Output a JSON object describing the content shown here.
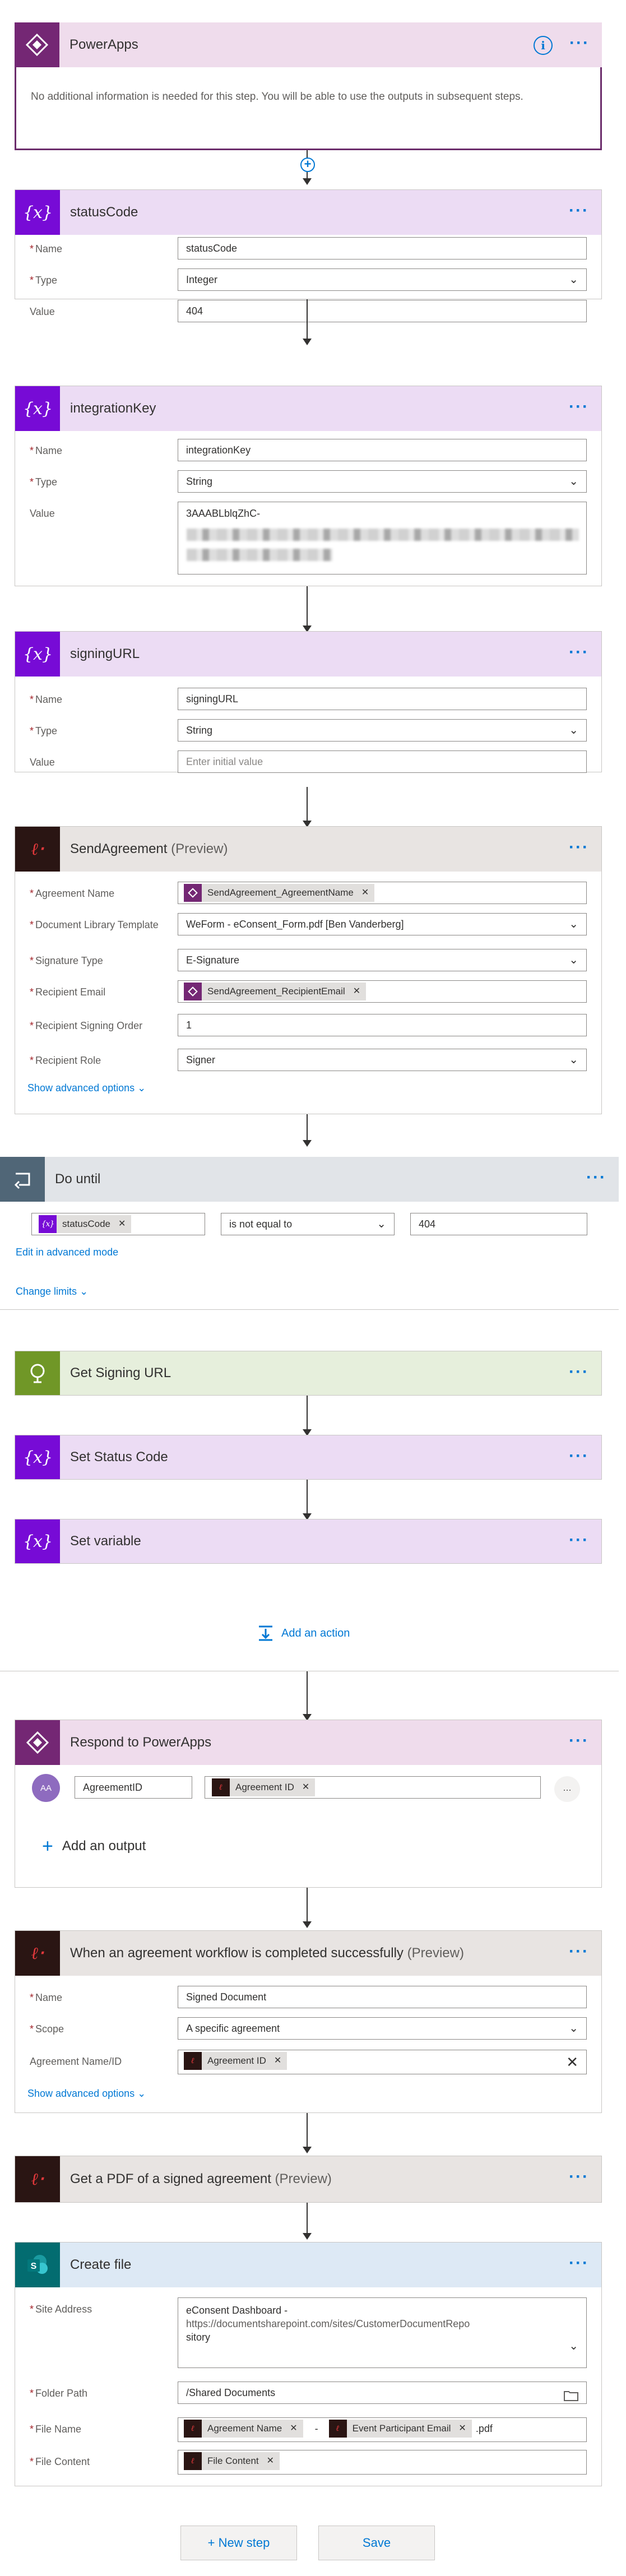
{
  "powerapps_trigger": {
    "title": "PowerApps",
    "message": "No additional information is needed for this step. You will be able to use the outputs in subsequent steps."
  },
  "statusCode": {
    "title": "statusCode",
    "name_label": "Name",
    "name_value": "statusCode",
    "type_label": "Type",
    "type_value": "Integer",
    "value_label": "Value",
    "value_value": "404"
  },
  "integrationKey": {
    "title": "integrationKey",
    "name_label": "Name",
    "name_value": "integrationKey",
    "type_label": "Type",
    "type_value": "String",
    "value_label": "Value",
    "value_value": "3AAABLblqZhC-"
  },
  "signingURL": {
    "title": "signingURL",
    "name_label": "Name",
    "name_value": "signingURL",
    "type_label": "Type",
    "type_value": "String",
    "value_label": "Value",
    "value_placeholder": "Enter initial value"
  },
  "sendAgreement": {
    "title": "SendAgreement",
    "title_suffix": "(Preview)",
    "agreement_name_label": "Agreement Name",
    "agreement_name_token": "SendAgreement_AgreementName",
    "doc_template_label": "Document Library Template",
    "doc_template_value": "WeForm - eConsent_Form.pdf [Ben Vanderberg]",
    "signature_type_label": "Signature Type",
    "signature_type_value": "E-Signature",
    "recipient_email_label": "Recipient Email",
    "recipient_email_token": "SendAgreement_RecipientEmail",
    "signing_order_label": "Recipient Signing Order",
    "signing_order_value": "1",
    "recipient_role_label": "Recipient Role",
    "recipient_role_value": "Signer",
    "advanced_link": "Show advanced options"
  },
  "doUntil": {
    "title": "Do until",
    "condition_left_token": "statusCode",
    "condition_operator": "is not equal to",
    "condition_right": "404",
    "advanced_mode_link": "Edit in advanced mode",
    "change_limits_link": "Change limits",
    "inner": {
      "get_signing_url": "Get Signing URL",
      "set_status_code": "Set Status Code",
      "set_variable": "Set variable"
    },
    "add_action": "Add an action"
  },
  "respond": {
    "title": "Respond to PowerApps",
    "avatar": "AA",
    "output_name": "AgreementID",
    "output_token": "Agreement ID",
    "more": "...",
    "add_output": "Add an output"
  },
  "agreementCompleted": {
    "title": "When an agreement workflow is completed successfully",
    "title_suffix": "(Preview)",
    "name_label": "Name",
    "name_value": "Signed Document",
    "scope_label": "Scope",
    "scope_value": "A specific agreement",
    "agreement_label": "Agreement Name/ID",
    "agreement_token": "Agreement ID",
    "advanced_link": "Show advanced options"
  },
  "getPdf": {
    "title": "Get a PDF of a signed agreement",
    "title_suffix": "(Preview)"
  },
  "createFile": {
    "title": "Create file",
    "site_label": "Site Address",
    "site_line1": "eConsent Dashboard -",
    "site_line2": "https://documentsharepoint.com/sites/CustomerDocumentRepo",
    "site_line3": "sitory",
    "folder_label": "Folder Path",
    "folder_value": "/Shared Documents",
    "filename_label": "File Name",
    "filename_token1": "Agreement Name",
    "filename_sep": "-",
    "filename_token2": "Event Participant Email",
    "filename_ext": ".pdf",
    "content_label": "File Content",
    "content_token": "File Content"
  },
  "footer": {
    "new_step": "+ New step",
    "save": "Save"
  },
  "colors": {
    "accent": "#0078d4",
    "powerapps": "#742774",
    "variable": "#770bd6",
    "adobe_sign": "#2a1513",
    "sharepoint": "#036c70",
    "http": "#709727"
  }
}
